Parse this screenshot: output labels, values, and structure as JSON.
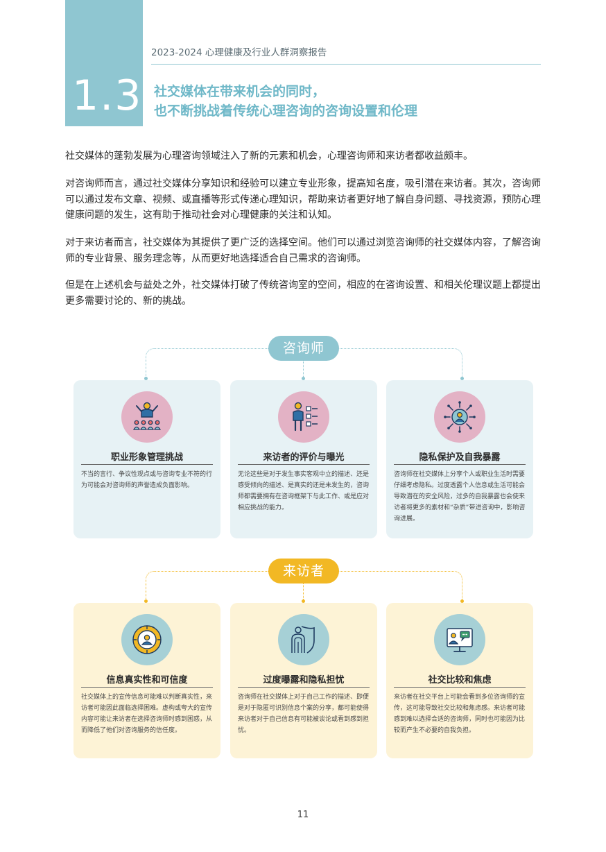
{
  "header": {
    "section_number": "1.3",
    "report_title": "2023-2024 心理健康及行业人群洞察报告",
    "section_title_line1": "社交媒体在带来机会的同时，",
    "section_title_line2": "也不断挑战着传统心理咨询的咨询设置和伦理"
  },
  "paragraphs": [
    "社交媒体的蓬勃发展为心理咨询领域注入了新的元素和机会，心理咨询师和来访者都收益颇丰。",
    "对咨询师而言，通过社交媒体分享知识和经验可以建立专业形象，提高知名度，吸引潜在来访者。其次，咨询师可以通过发布文章、视频、或直播等形式传递心理知识，帮助来访者更好地了解自身问题、寻找资源，预防心理健康问题的发生，这有助于推动社会对心理健康的关注和认知。",
    "对于来访者而言，社交媒体为其提供了更广泛的选择空间。他们可以通过浏览咨询师的社交媒体内容，了解咨询师的专业背景、服务理念等，从而更好地选择适合自己需求的咨询师。",
    "但是在上述机会与益处之外，社交媒体打破了传统咨询室的空间，相应的在咨询设置、和相关伦理议题上都提出更多需要讨论的、新的挑战。"
  ],
  "counselor_group": {
    "label": "咨询师",
    "color": "#8fc6d1",
    "cards": [
      {
        "icon": "leader-audience-icon",
        "title": "职业形象管理挑战",
        "text": "不当的言行、争议性观点或与咨询专业不符的行为可能会对咨询师的声誉造成负面影响。"
      },
      {
        "icon": "person-checklist-icon",
        "title": "来访者的评价与曝光",
        "text": "无论这些是对于发生事实客观中立的描述、还是感受倾向的描述、是真实的还是未发生的，咨询师都需要拥有在咨询框架下与此工作、或是应对相应挑战的能力。"
      },
      {
        "icon": "privacy-network-icon",
        "title": "隐私保护及自我暴露",
        "text": "咨询师在社交媒体上分享个人或职业生活时需要仔细考虑隐私。过度透露个人信息或生活可能会导致潜在的安全风险，过多的自我暴露也会使来访者将更多的素材和“杂质”带进咨询中，影响咨询进展。"
      }
    ]
  },
  "client_group": {
    "label": "来访者",
    "color": "#f2b824",
    "cards": [
      {
        "icon": "target-person-icon",
        "title": "信息真实性和可信度",
        "text": "社交媒体上的宣传信息可能难以判断真实性，来访者可能因此面临选择困难。虚构或夸大的宣传内容可能让来访者在选择咨询师时感到困惑，从而降低了他们对咨询服务的信任度。"
      },
      {
        "icon": "fingerprint-shield-icon",
        "title": "过度曝露和隐私担忧",
        "text": "咨询师在社交媒体上对于自己工作的描述、即便是对于隐匿可识别信息个案的分享，都可能使得来访者对于自己信息有可能被谈论或看到感到担忧。"
      },
      {
        "icon": "monitor-chat-icon",
        "title": "社交比较和焦虑",
        "text": "来访者在社交平台上可能会看到多位咨询师的宣传，这可能导致社交比较和焦虑感。来访者可能感到难以选择合适的咨询师，同时也可能因为比较而产生不必要的自我负担。"
      }
    ]
  },
  "page_number": "11"
}
